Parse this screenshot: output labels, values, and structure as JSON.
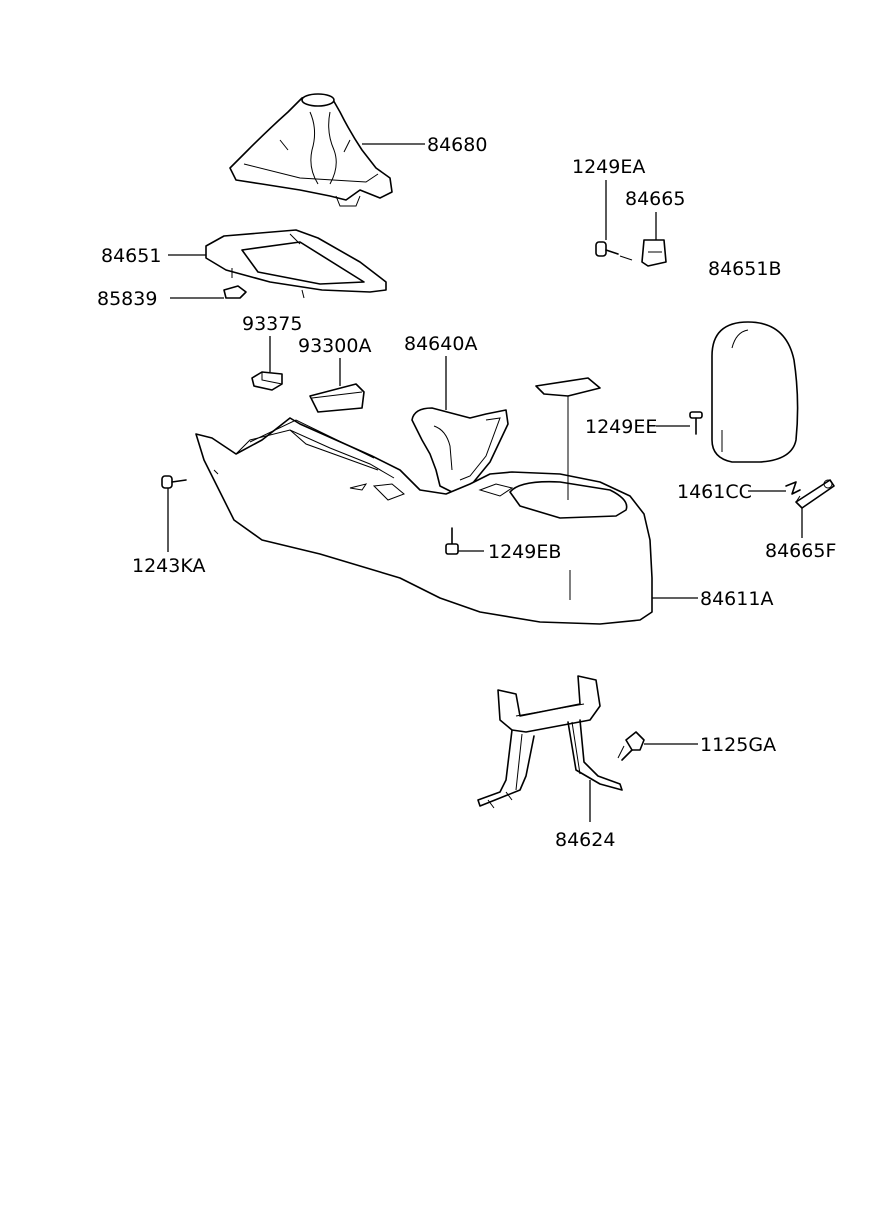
{
  "colors": {
    "line": "#000000",
    "background": "#ffffff"
  },
  "labels": {
    "p84680": "84680",
    "p1249EA": "1249EA",
    "p84665": "84665",
    "p84651": "84651",
    "p85839": "85839",
    "p84651B": "84651B",
    "p93375": "93375",
    "p93300A": "93300A",
    "p84640A": "84640A",
    "p1249EE": "1249EE",
    "p1461CC": "1461CC",
    "p1243KA": "1243KA",
    "p1249EB": "1249EB",
    "p84665F": "84665F",
    "p84611A": "84611A",
    "p1125GA": "1125GA",
    "p84624": "84624"
  }
}
